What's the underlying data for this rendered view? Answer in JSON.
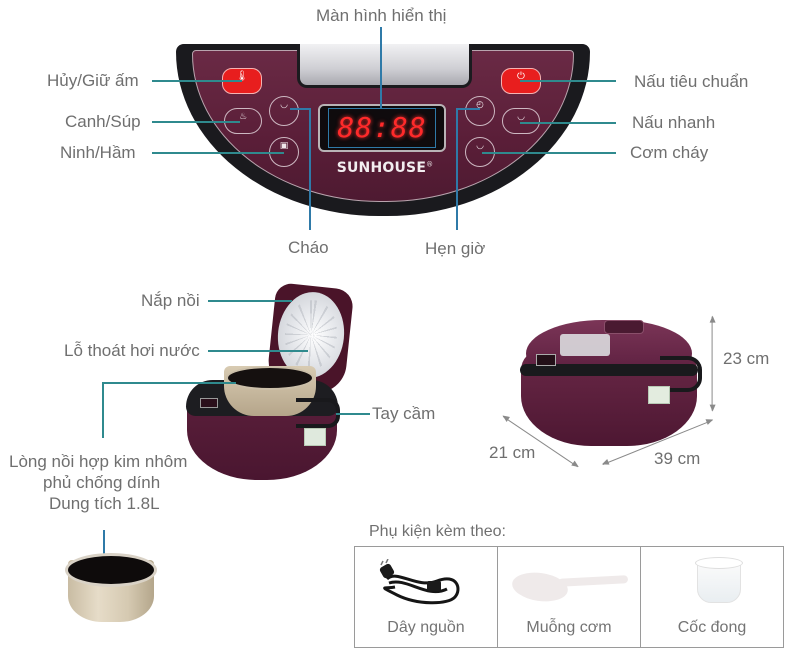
{
  "control_panel": {
    "callouts": {
      "display": "Màn hình hiển thị",
      "cancel_keep_warm": "Hủy/Giữ ấm",
      "soup": "Canh/Súp",
      "stew": "Ninh/Hầm",
      "porridge": "Cháo",
      "timer": "Hẹn giờ",
      "standard_cook": "Nấu tiêu chuẩn",
      "quick_cook": "Nấu nhanh",
      "crispy_rice": "Cơm cháy"
    },
    "display_digits": "88:88",
    "brand": "SUNHOUSE",
    "brand_mark": "®",
    "buttons": {
      "cancel_keep_warm": {
        "label": "Hủy / Giữ ấm",
        "icon": "thermometer-icon"
      },
      "standard_cook": {
        "label": "Nấu tiêu chuẩn",
        "icon": "power-icon"
      },
      "soup": {
        "label": "Canh/Súp",
        "icon": "soup-bowl-icon"
      },
      "porridge": {
        "label": "Cháo",
        "icon": "porridge-bowl-icon"
      },
      "stew": {
        "label": "Ninh/Hầm",
        "icon": "pot-icon"
      },
      "timer": {
        "label": "Hẹn giờ",
        "icon": "clock-icon"
      },
      "quick_cook": {
        "label": "Nấu nhanh",
        "icon": "rice-bowl-icon"
      },
      "crispy_rice": {
        "label": "Cơm cháy",
        "icon": "crispy-rice-icon"
      }
    }
  },
  "open_cooker": {
    "callouts": {
      "lid": "Nắp nồi",
      "steam_vent": "Lỗ thoát hơi nước",
      "handle": "Tay cầm",
      "inner_pot_line1": "Lòng nồi hợp kim nhôm",
      "inner_pot_line2": "phủ chống dính",
      "inner_pot_line3": "Dung tích 1.8L"
    }
  },
  "dimensions": {
    "height": "23 cm",
    "depth": "21 cm",
    "width": "39 cm"
  },
  "accessories": {
    "title": "Phụ kiện kèm theo:",
    "items": [
      {
        "label": "Dây nguồn",
        "icon": "power-cord-icon"
      },
      {
        "label": "Muỗng cơm",
        "icon": "rice-spoon-icon"
      },
      {
        "label": "Cốc đong",
        "icon": "measuring-cup-icon"
      }
    ]
  },
  "colors": {
    "callout_line": "#2f8a8e",
    "callout_line_vertical": "#2f7aa8",
    "panel_purple": "#5a1e38",
    "button_red": "#e81e1e",
    "led_red": "#ff2a2a",
    "text_gray": "#6f6f6f"
  }
}
